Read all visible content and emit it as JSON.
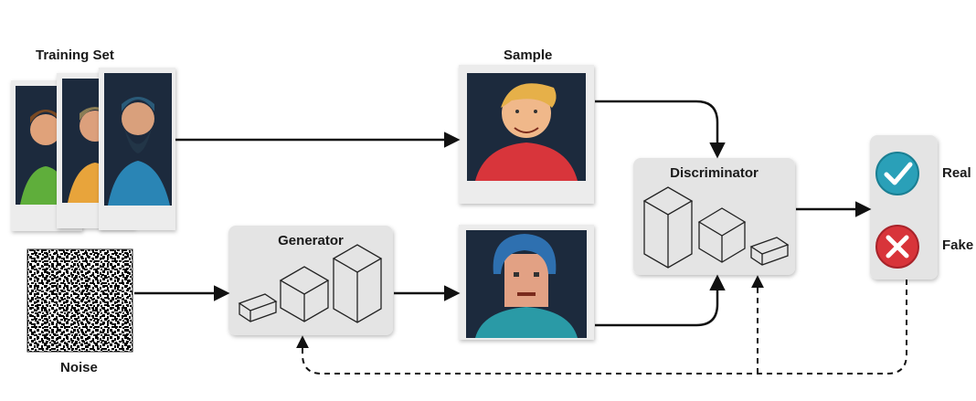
{
  "diagram": {
    "labels": {
      "training_set": "Training Set",
      "sample": "Sample",
      "noise": "Noise",
      "generator": "Generator",
      "discriminator": "Discriminator",
      "real": "Real",
      "fake": "Fake"
    },
    "colors": {
      "panel": "#e4e4e4",
      "frame": "#ececec",
      "portrait_bg": "#1b2a3d",
      "real_badge": "#2aa0b8",
      "fake_badge": "#d8343a",
      "arrow": "#111111"
    },
    "icons": {
      "real": "checkmark-icon",
      "fake": "x-mark-icon"
    }
  }
}
